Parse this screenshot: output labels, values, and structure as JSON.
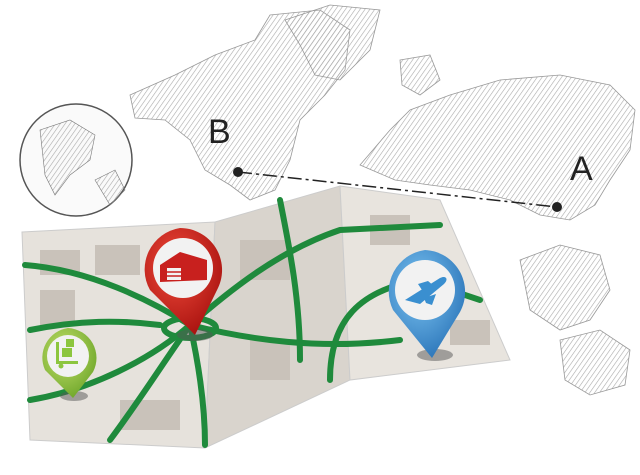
{
  "route": {
    "start_label": "B",
    "end_label": "A"
  },
  "pins": [
    {
      "name": "warehouse",
      "icon": "warehouse-icon",
      "color": "#c8201e"
    },
    {
      "name": "airport",
      "icon": "airplane-icon",
      "color": "#3a8fd0"
    },
    {
      "name": "delivery",
      "icon": "hand-truck-icon",
      "color": "#8cc63f"
    }
  ],
  "colors": {
    "road": "#1f8a3c",
    "map_paper": "#e4e0da",
    "block": "#cfc9c1",
    "sketch": "#b8b8b8"
  }
}
